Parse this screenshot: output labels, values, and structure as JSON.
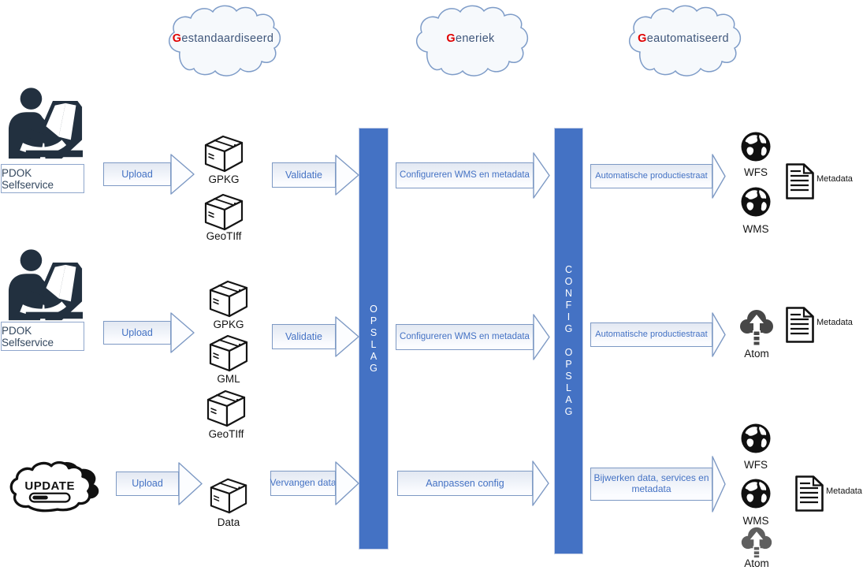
{
  "diagram": {
    "clouds": [
      {
        "lead": "G",
        "rest": "estandaardiseerd"
      },
      {
        "lead": "G",
        "rest": "eneriek"
      },
      {
        "lead": "G",
        "rest": "eautomatiseerd"
      }
    ],
    "bars": {
      "opslag": "O\nP\nS\nL\nA\nG",
      "config_opslag": "C\nO\nN\nF\nI\nG\n\nO\nP\nS\nL\nA\nG"
    },
    "row1": {
      "actor": "PDOK Selfservice",
      "upload": "Upload",
      "packages": [
        "GPKG",
        "GeoTIff"
      ],
      "validatie": "Validatie",
      "configureren": "Configureren WMS en metadata",
      "productiestraat": "Automatische productiestraat",
      "services": [
        "WFS",
        "WMS"
      ],
      "metadata": "Metadata"
    },
    "row2": {
      "actor": "PDOK Selfservice",
      "upload": "Upload",
      "packages": [
        "GPKG",
        "GML",
        "GeoTIff"
      ],
      "validatie": "Validatie",
      "configureren": "Configureren WMS en metadata",
      "productiestraat": "Automatische productiestraat",
      "services": [
        "Atom"
      ],
      "metadata": "Metadata"
    },
    "row3": {
      "update_icon_text": "UPDATE",
      "upload": "Upload",
      "packages": [
        "Data"
      ],
      "vervangen": "Vervangen data",
      "aanpassen": "Aanpassen config",
      "bijwerken": "Bijwerken data, services en metadata",
      "services": [
        "WFS",
        "WMS",
        "Atom"
      ],
      "metadata": "Metadata"
    },
    "colors": {
      "bar_blue": "#4472C4",
      "arrow_outline": "#7D99C4",
      "arrow_text": "#4472C4",
      "cloud_outline": "#7E9CC8",
      "lead_letter_red": "#E00000",
      "person_icon_dark": "#22303F"
    }
  }
}
